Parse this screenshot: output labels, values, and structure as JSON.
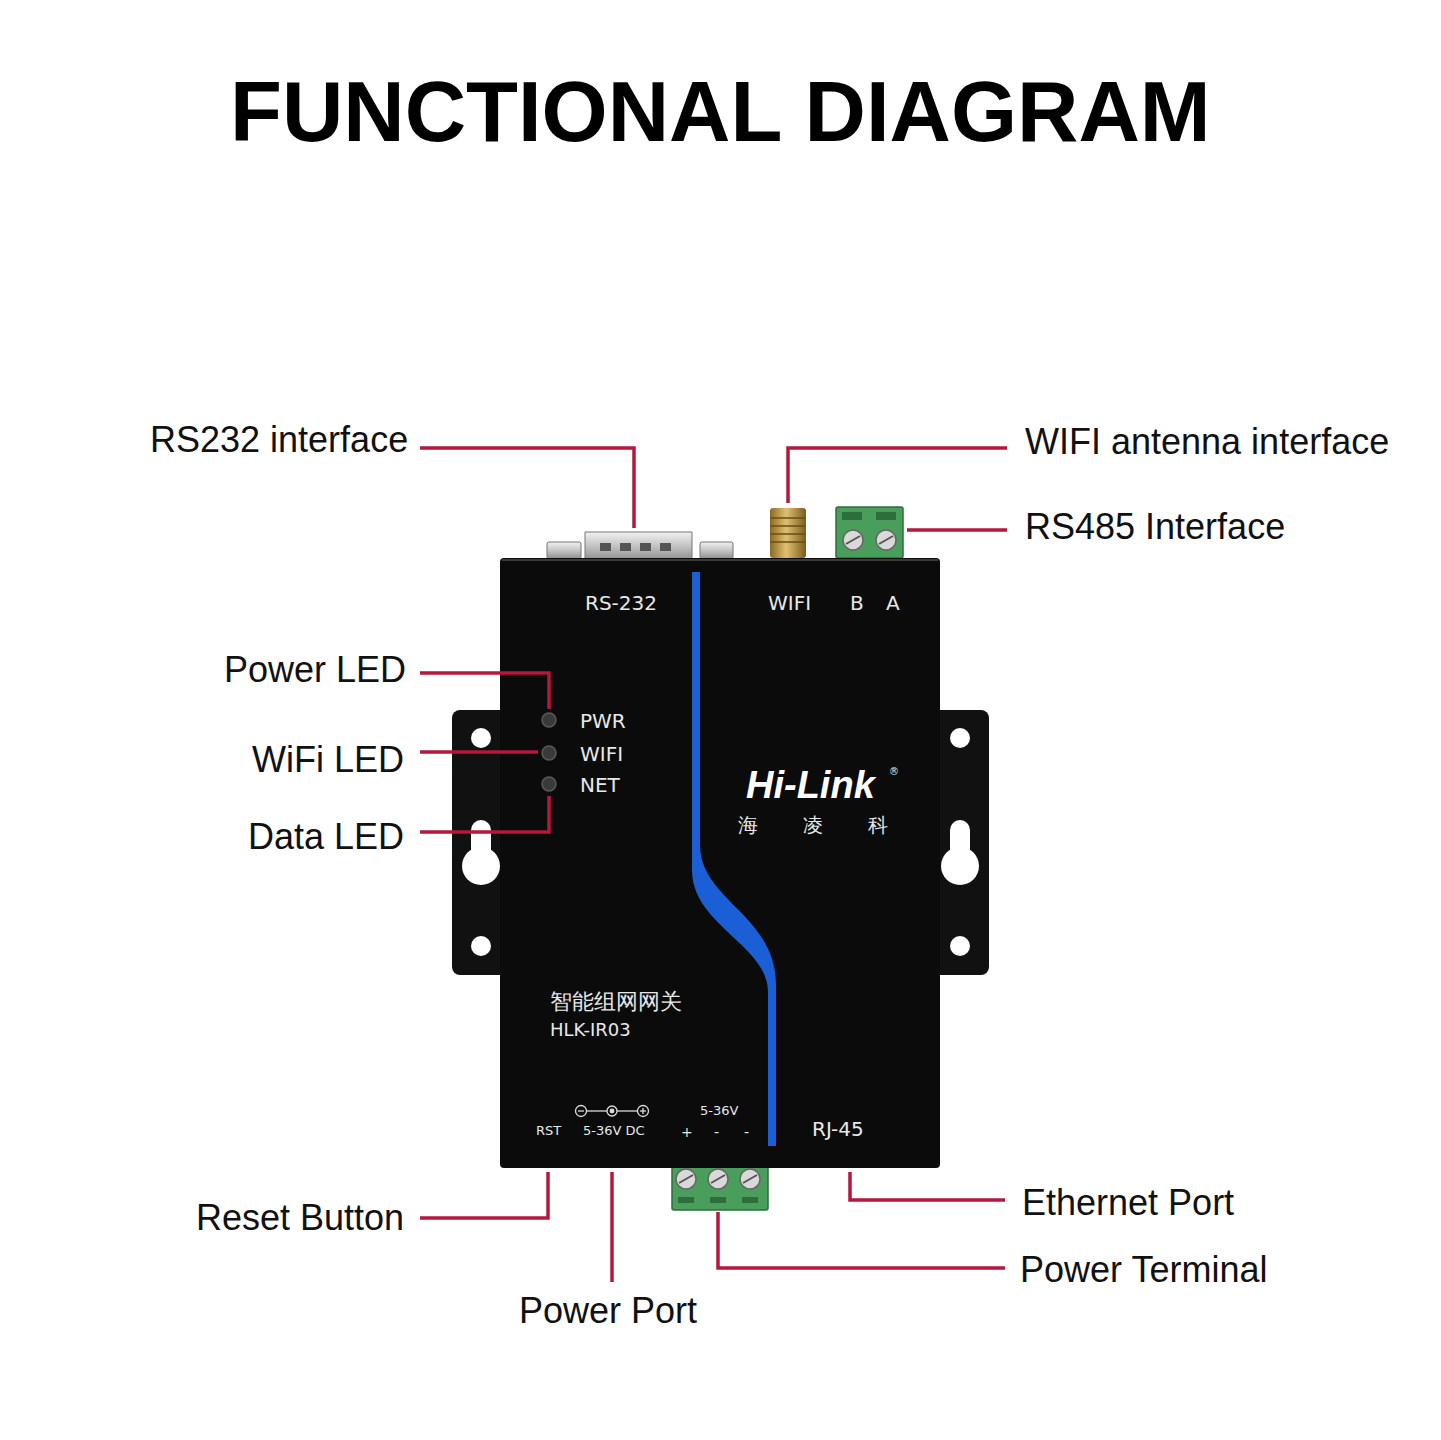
{
  "diagram": {
    "title": "FUNCTIONAL DIAGRAM",
    "nodes": [
      {
        "text": [
          "RS-232",
          "WIFI",
          "B",
          "A",
          "PWR",
          "WIFI",
          "NET",
          "Hi-Link",
          "®",
          "海凌科",
          "智能组网网关",
          "HLK-IR03",
          "RST",
          "5-36V DC",
          "5-36V",
          "+",
          "-",
          "-",
          "RJ-45"
        ]
      }
    ],
    "labels": [
      "RS232 interface",
      "WIFI antenna interface",
      "RS485 Interface",
      "Power LED",
      "WiFi LED",
      "Data LED",
      "Reset Button",
      "Ethernet Port",
      "Power Terminal",
      "Power Port"
    ]
  }
}
